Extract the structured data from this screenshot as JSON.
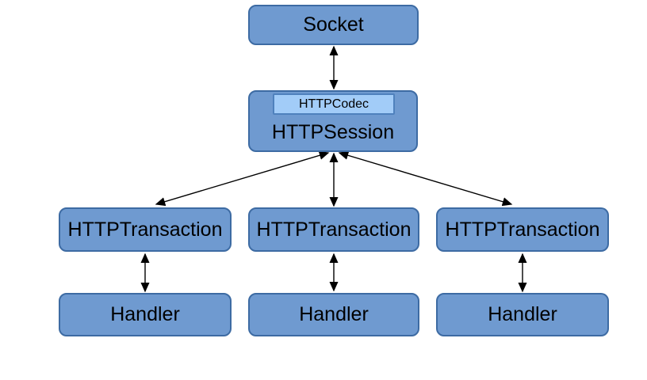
{
  "diagram": {
    "background_color": "#ffffff",
    "colors": {
      "node_fill": "#6f9ad0",
      "node_border": "#3d6ba3",
      "codec_fill": "#a2ccf8",
      "codec_border": "#4f81bd",
      "text": "#000000",
      "arrow": "#000000"
    },
    "nodes": {
      "socket": {
        "label": "Socket"
      },
      "codec": {
        "label": "HTTPCodec"
      },
      "session": {
        "label": "HTTPSession"
      },
      "transactions": [
        {
          "label": "HTTPTransaction"
        },
        {
          "label": "HTTPTransaction"
        },
        {
          "label": "HTTPTransaction"
        }
      ],
      "handlers": [
        {
          "label": "Handler"
        },
        {
          "label": "Handler"
        },
        {
          "label": "Handler"
        }
      ]
    },
    "edges": [
      {
        "from": "Socket",
        "to": "HTTPSession",
        "bidirectional": true
      },
      {
        "from": "HTTPSession",
        "to": "HTTPTransaction-1",
        "bidirectional": true
      },
      {
        "from": "HTTPSession",
        "to": "HTTPTransaction-2",
        "bidirectional": true
      },
      {
        "from": "HTTPSession",
        "to": "HTTPTransaction-3",
        "bidirectional": true
      },
      {
        "from": "HTTPTransaction-1",
        "to": "Handler-1",
        "bidirectional": true
      },
      {
        "from": "HTTPTransaction-2",
        "to": "Handler-2",
        "bidirectional": true
      },
      {
        "from": "HTTPTransaction-3",
        "to": "Handler-3",
        "bidirectional": true
      }
    ]
  }
}
